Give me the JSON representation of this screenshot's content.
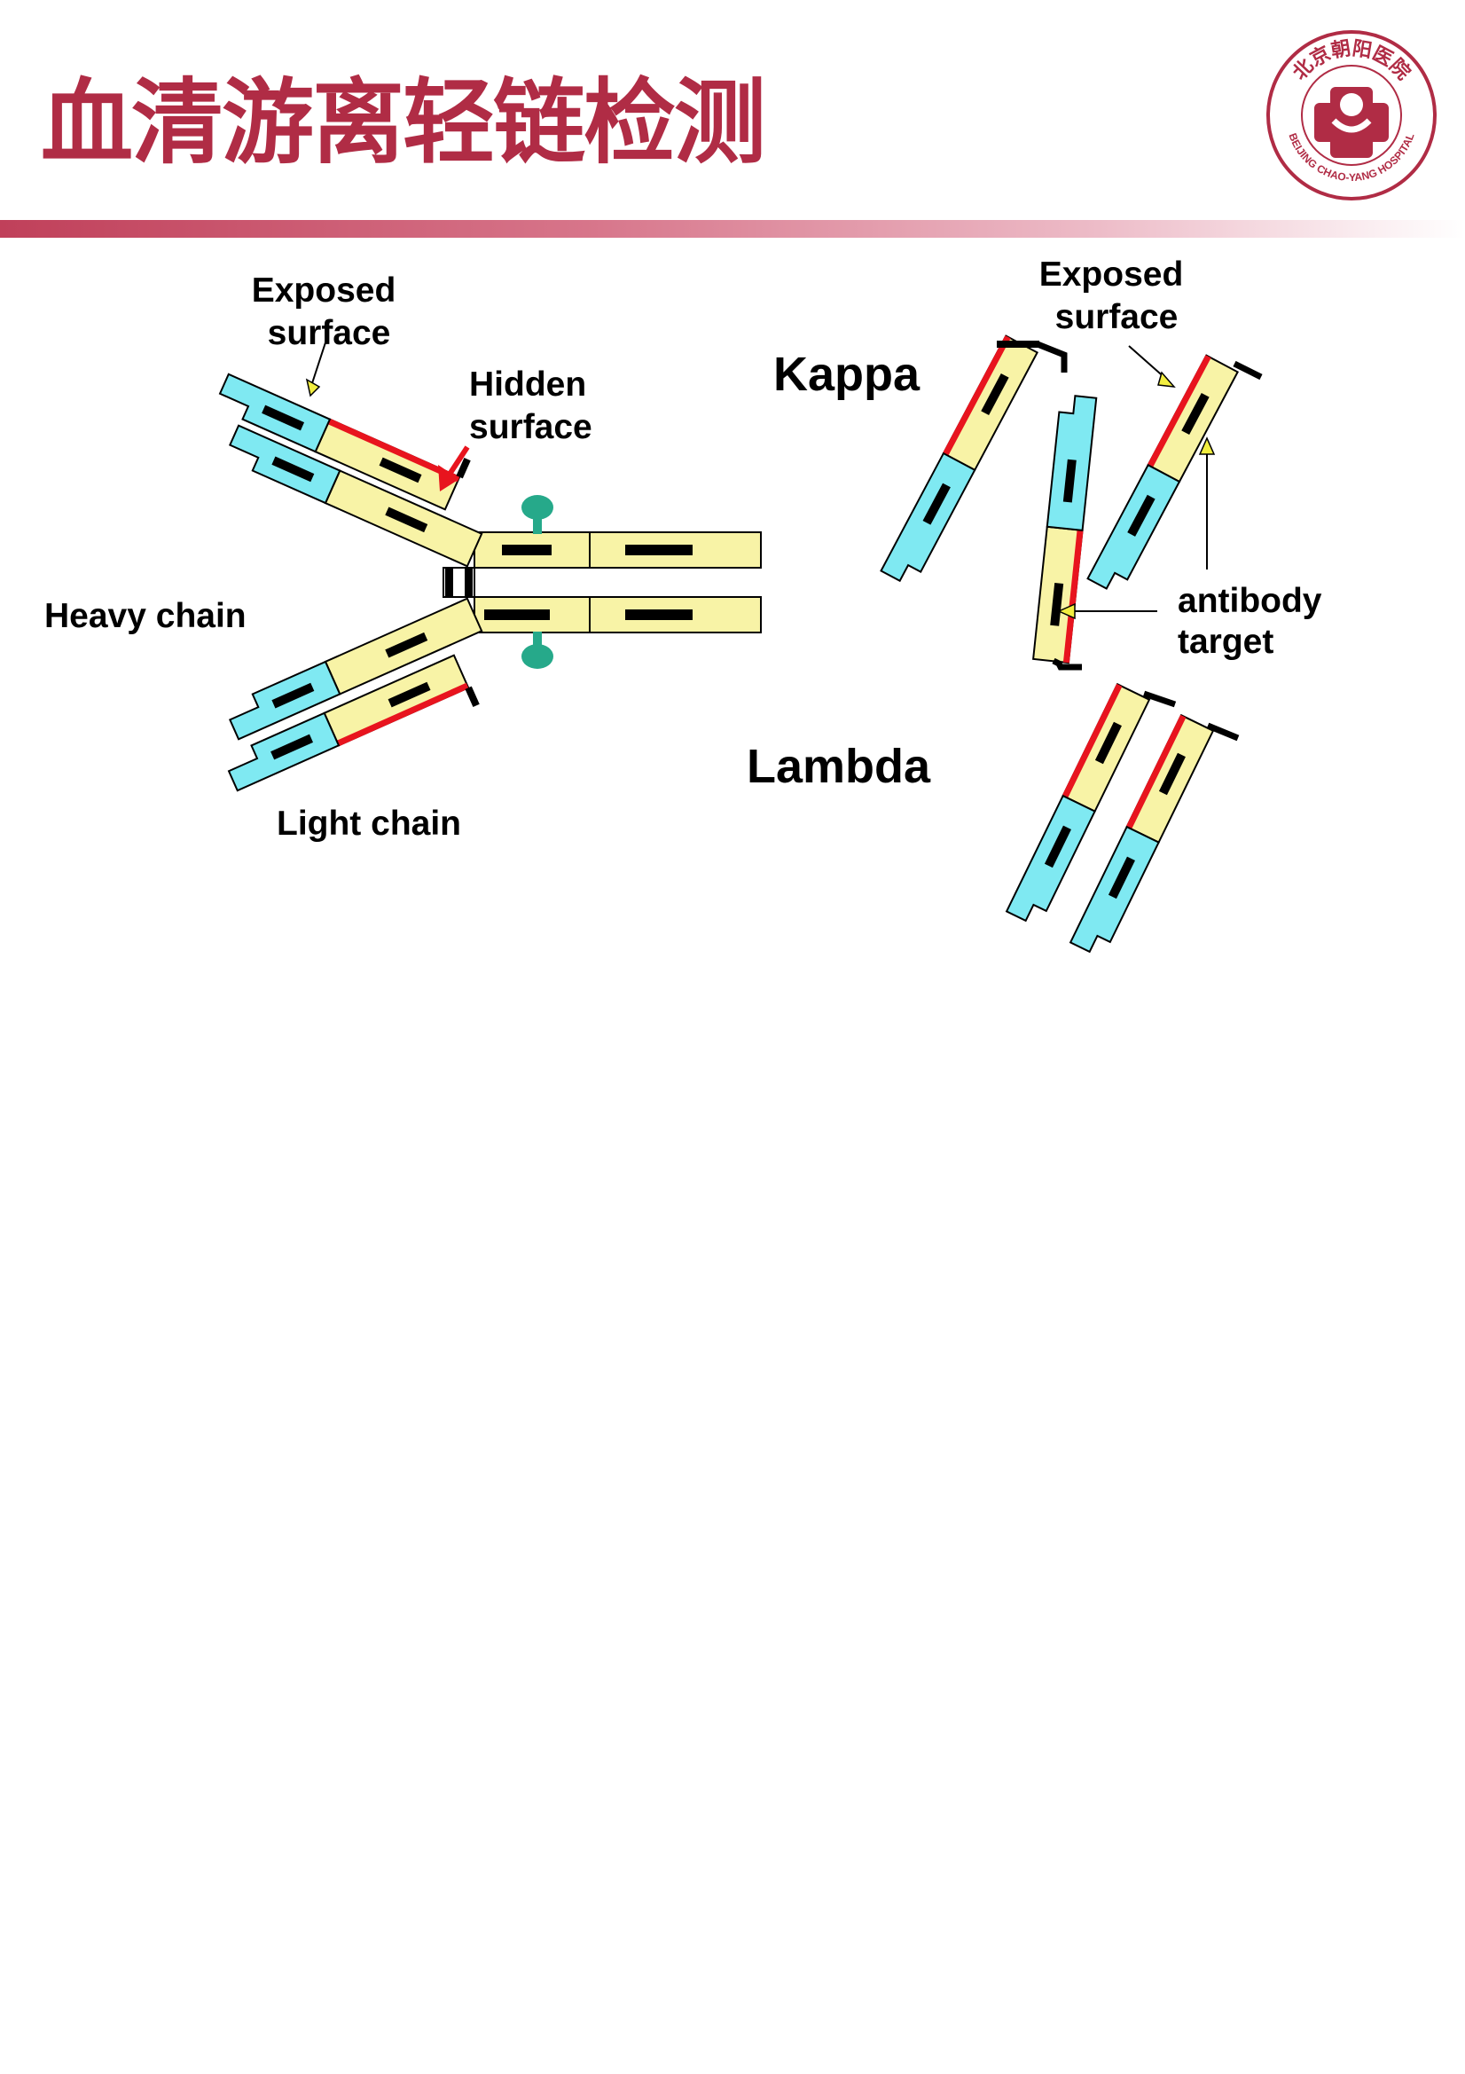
{
  "title": "血清游离轻链检测",
  "logo": {
    "text_top": "北京朝阳医院",
    "text_bottom": "BEIJING CHAO-YANG HOSPITAL",
    "color": "#b02c45"
  },
  "colors": {
    "title": "#b02c45",
    "variable_domain": "#7fe9f2",
    "constant_domain": "#f8f3a6",
    "hidden_surface": "#e8141e",
    "carbohydrate": "#26a98a",
    "arrow_yellow": "#f2ee40",
    "arrow_red": "#e8141e"
  },
  "labels": {
    "exposed_surface_left": [
      "Exposed",
      "surface"
    ],
    "hidden_surface": [
      "Hidden",
      "surface"
    ],
    "heavy_chain": "Heavy chain",
    "light_chain": "Light chain",
    "kappa": "Kappa",
    "lambda": "Lambda",
    "exposed_surface_right": [
      "Exposed",
      "surface"
    ],
    "antibody_target": [
      "antibody",
      "target"
    ]
  }
}
